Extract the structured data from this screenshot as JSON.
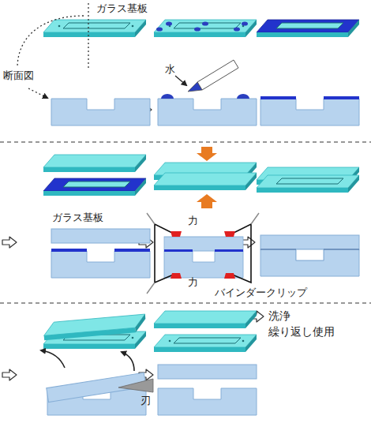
{
  "diagram": {
    "labels": [
      "ガラス基板",
      "断面図",
      "水",
      "ガラス基板",
      "力",
      "力",
      "バインダークリップ",
      "刃",
      "洗浄 繰り返し使用"
    ]
  }
}
